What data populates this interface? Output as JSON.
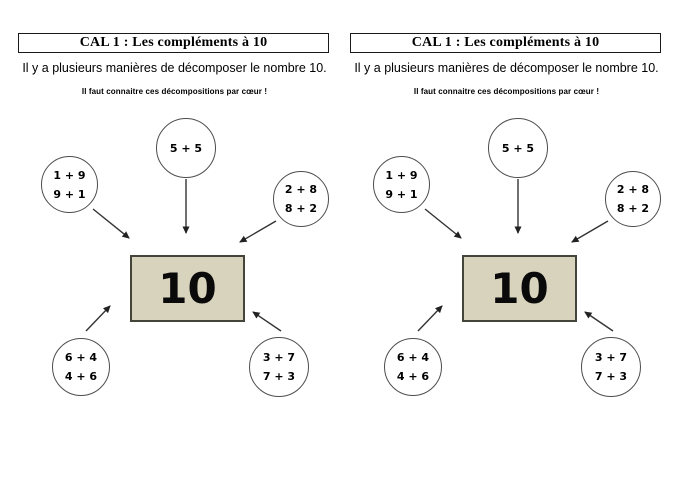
{
  "theme": {
    "box_fill": "#d8d3bd",
    "box_border": "#45443a",
    "circle_border": "#4d4d4d",
    "line_color": "#333333",
    "text_color": "#000000"
  },
  "panels": [
    {
      "title": "CAL 1 : Les compléments à 10",
      "subtitle": "Il y a plusieurs manières de décomposer le nombre 10.",
      "note": "Il faut connaitre ces décompositions par cœur !",
      "target_number": "10",
      "bubbles": {
        "top": {
          "line1": "5 + 5"
        },
        "left": {
          "line1": "1 + 9",
          "line2": "9 + 1"
        },
        "right": {
          "line1": "2 + 8",
          "line2": "8 + 2"
        },
        "bottom_left": {
          "line1": "6 + 4",
          "line2": "4 + 6"
        },
        "bottom_right": {
          "line1": "3 + 7",
          "line2": "7 + 3"
        }
      }
    },
    {
      "title": "CAL 1 : Les compléments à 10",
      "subtitle": "Il y a plusieurs manières de décomposer le nombre 10.",
      "note": "Il faut connaitre ces décompositions par cœur !",
      "target_number": "10",
      "bubbles": {
        "top": {
          "line1": "5 + 5"
        },
        "left": {
          "line1": "1 + 9",
          "line2": "9 + 1"
        },
        "right": {
          "line1": "2 + 8",
          "line2": "8 + 2"
        },
        "bottom_left": {
          "line1": "6 + 4",
          "line2": "4 + 6"
        },
        "bottom_right": {
          "line1": "3 + 7",
          "line2": "7 + 3"
        }
      }
    }
  ]
}
